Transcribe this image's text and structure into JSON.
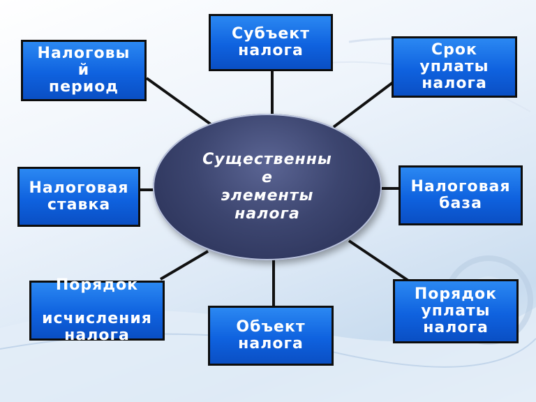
{
  "diagram": {
    "center": "Существенны\nе\nэлементы\nналога",
    "nodes": {
      "subject": "Субъект\nналога",
      "term": "Срок\nуплаты\nналога",
      "period": "Налоговы\nй\nпериод",
      "rate": "Налоговая\nставка",
      "base": "Налоговая\nбаза",
      "calc_order": "Порядок\n\nисчисления\nналога",
      "object": "Объект\nналога",
      "pay_order": "Порядок\nуплаты\nналога"
    }
  }
}
